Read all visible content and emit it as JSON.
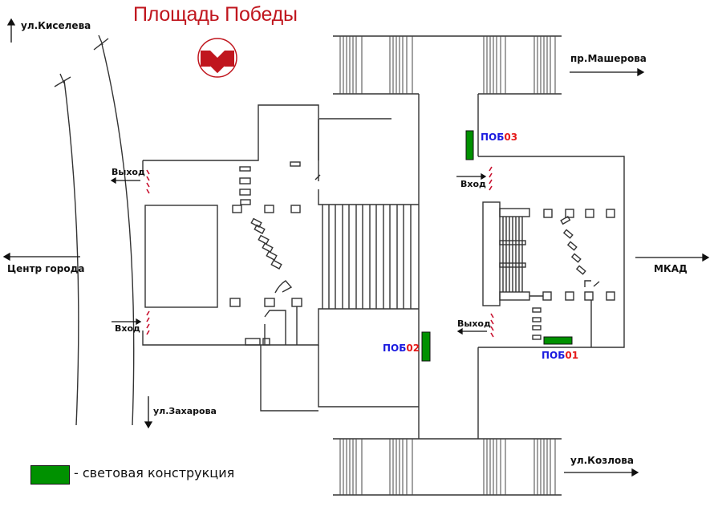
{
  "title": "Площадь Победы",
  "logo": {
    "icon": "minsk-metro-logo-icon",
    "color": "#c0161e"
  },
  "streets": {
    "top_left": "ул.Киселева",
    "top_right": "пр.Машерова",
    "left": "Центр города",
    "right": "МКАД",
    "bottom_left": "ул.Захарова",
    "bottom_right": "ул.Козлова"
  },
  "doors": {
    "left_exit": "Выход",
    "left_entry": "Вход",
    "right_entry": "Вход",
    "right_exit": "Выход"
  },
  "signs": [
    {
      "prefix": "ПОБ",
      "number": "03"
    },
    {
      "prefix": "ПОБ",
      "number": "02"
    },
    {
      "prefix": "ПОБ",
      "number": "01"
    }
  ],
  "legend": {
    "label": "- световая конструкция",
    "color": "#009100"
  },
  "colors": {
    "prefix": "#1a1adf",
    "number": "#e51a1a",
    "door": "#c8102e",
    "line": "#333333"
  }
}
